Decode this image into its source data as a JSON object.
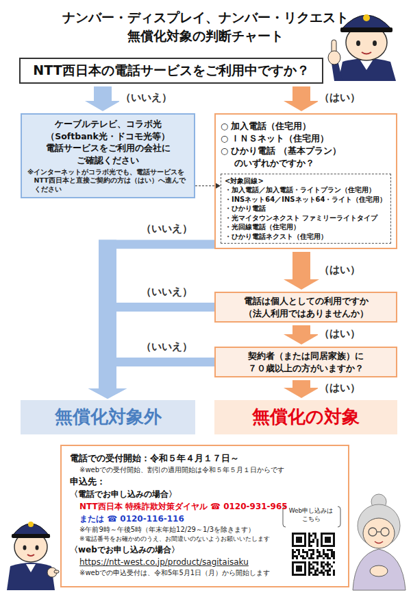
{
  "diagram": {
    "title": "ナンバー・ディスプレイ、ナンバー・リクエスト 無償化対象の判断チャート",
    "nodes": [
      {
        "text": [
          "NTT西日本の電話サービスをご利用中ですか？"
        ]
      },
      {
        "text": [
          "ケーブルテレビ、コラボ光",
          "（Softbank光・ドコモ光等）",
          "電話サービスをご利用の会社に",
          "ご確認ください",
          "※インターネットがコラボ光でも、電話サービスをNTT西日本と直接ご契約の方は（はい）へ進んでください"
        ]
      },
      {
        "text": [
          "○ 加入電話（住宅用）",
          "○ ＩＮＳネット（住宅用）",
          "○ ひかり電話 （基本プラン）",
          "のいずれかですか？"
        ]
      },
      {
        "text": [
          "<対象回線>",
          "・加入電話／加入電話・ライトプラン（住宅用）",
          "・INSネット64／INSネット64・ライト（住宅用）",
          "・ひかり電話",
          "・光マイタウンネクスト ファミリーライトタイプ",
          "・光回線電話（住宅用）",
          "・ひかり電話ネクスト（住宅用）"
        ],
        "in": 2
      },
      {
        "text": [
          "電話は個人としての利用ですか",
          "（法人利用ではありませんか）"
        ]
      },
      {
        "text": [
          "契約者（または同居家族）に",
          "７０歳以上の方がいますか？"
        ]
      },
      {
        "text": [
          "無償化対象外"
        ]
      },
      {
        "text": [
          "無償化の対象"
        ]
      },
      {
        "text": [
          "電話での受付開始：令和５年４月１７日～",
          "※webでの受付開始、割引の適用開始は令和５年５月１日からです",
          "申込先：",
          "〈電話でお申し込みの場合〉",
          "NTT西日本 特殊詐欺対策ダイヤル ☎ 0120-931-965",
          "または ☎ 0120-116-116",
          "※午前9時～午後5時（年末年始12/29～1/3を除きます）",
          "※電話番号をお確かめのうえ、お間違いのないようお願いいたします",
          "〈webでお申し込みの場合〉",
          "https://ntt-west.co.jp/product/sagitaisaku",
          "※webでの申込受付は、令和5年5月1日（月）から開始します",
          "Web申し込みは こちら"
        ]
      }
    ],
    "edges": [
      {
        "from": 0,
        "to": 1,
        "arrow": "to",
        "label": "（いいえ）"
      },
      {
        "from": 0,
        "to": 2,
        "arrow": "to",
        "label": "（はい）"
      },
      {
        "from": 1,
        "to": 3,
        "arrow": "to"
      },
      {
        "from": 2,
        "to": 4,
        "arrow": "to",
        "label": "（はい）"
      },
      {
        "from": 4,
        "to": 5,
        "arrow": "to",
        "label": "（はい）"
      },
      {
        "from": 5,
        "to": 7,
        "arrow": "to",
        "label": "（はい）"
      },
      {
        "from": 2,
        "to": 6,
        "arrow": "to",
        "label": "（いいえ）"
      },
      {
        "from": 4,
        "to": 6,
        "arrow": "to",
        "label": "（いいえ）"
      },
      {
        "from": 5,
        "to": 6,
        "arrow": "to",
        "label": "（いいえ）"
      }
    ]
  }
}
